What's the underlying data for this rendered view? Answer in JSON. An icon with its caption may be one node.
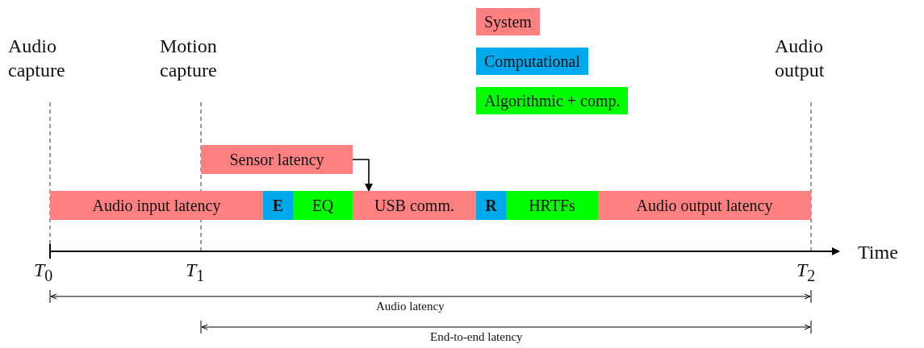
{
  "diagram": {
    "nodes": [
      {
        "text": [
          "Audio input latency"
        ]
      },
      {
        "text": [
          "E"
        ]
      },
      {
        "text": [
          "EQ"
        ]
      },
      {
        "text": [
          "USB comm."
        ]
      },
      {
        "text": [
          "R"
        ]
      },
      {
        "text": [
          "HRTFs"
        ]
      },
      {
        "text": [
          "Audio output latency"
        ]
      },
      {
        "text": [
          "Sensor latency"
        ]
      }
    ],
    "edges": [
      {
        "from": 7,
        "to": 3,
        "arrow": "to"
      }
    ],
    "labels": [
      "Audio capture",
      "Motion capture",
      "Audio output",
      "*T*$_{0}$",
      "*T*$_{1}$",
      "*T*$_{2}$",
      "Time",
      "Audio latency",
      "End-to-end latency"
    ],
    "legend": [
      {
        "text": "System",
        "color": "#ff8080"
      },
      {
        "text": "Computational",
        "color": "#00a8ec"
      },
      {
        "text": "Algorithmic + comp.",
        "color": "#00ff00"
      }
    ]
  }
}
